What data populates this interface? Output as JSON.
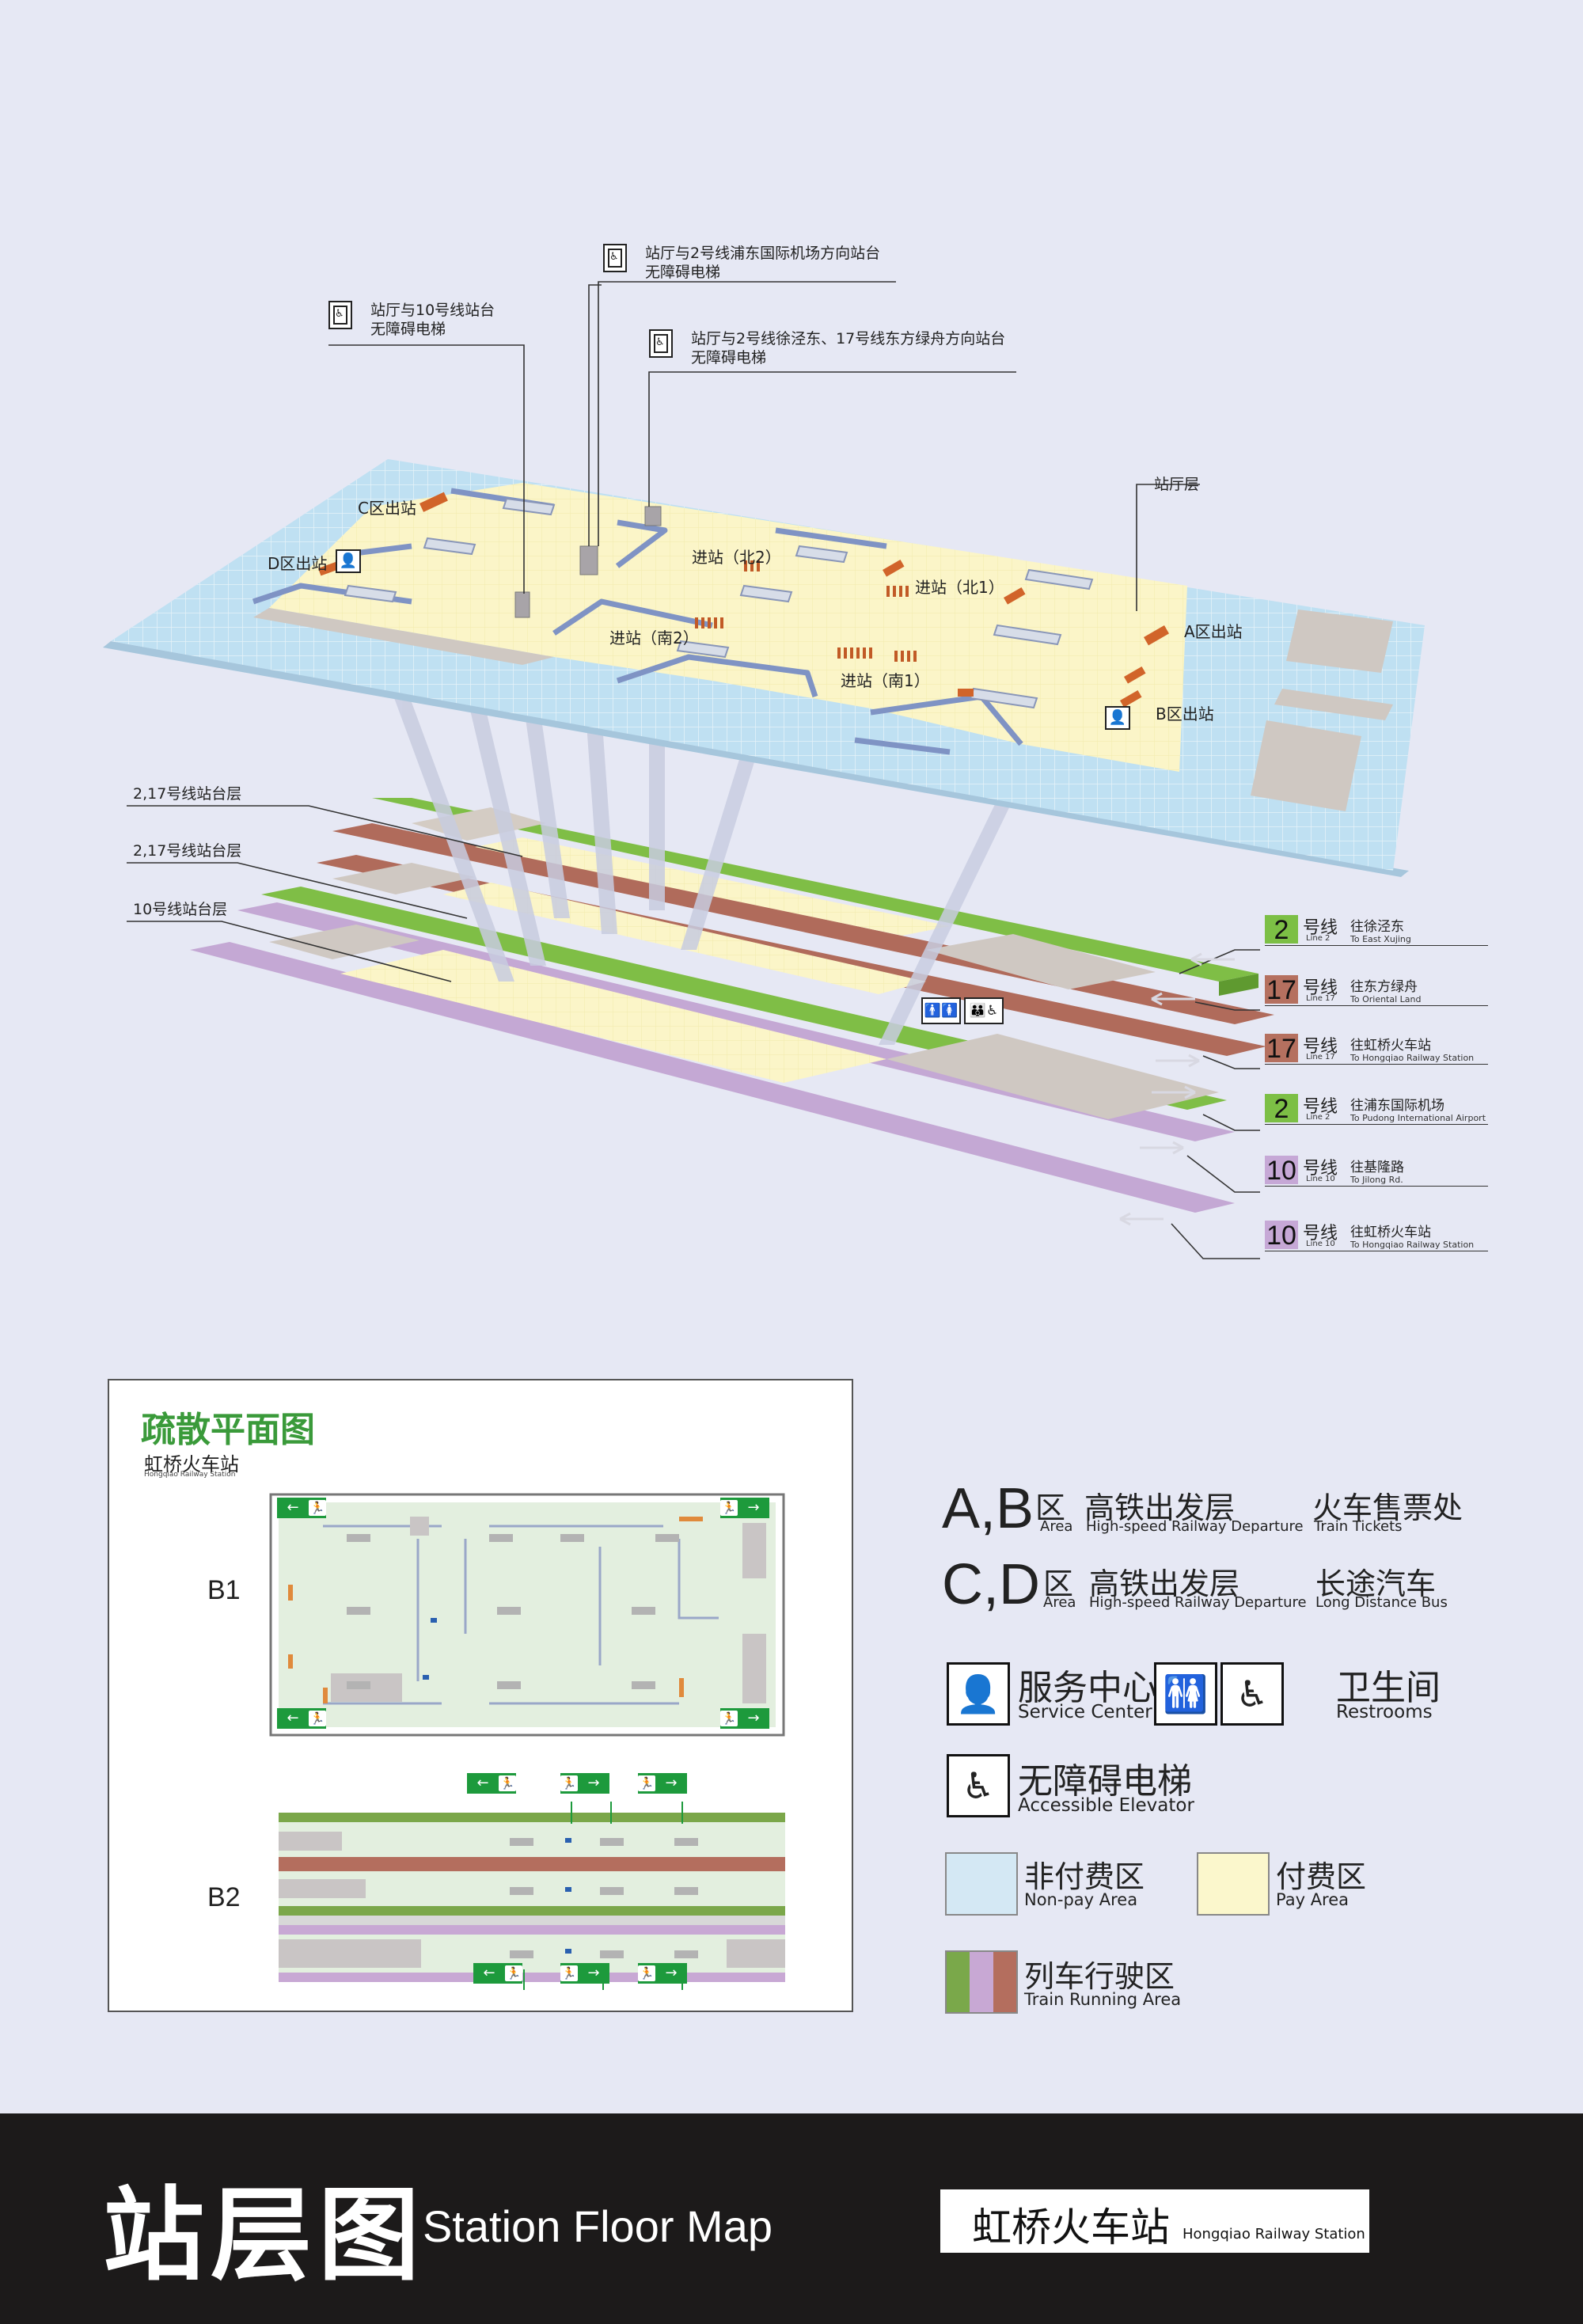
{
  "callouts": {
    "elev_line10": {
      "l1": "站厅与10号线站台",
      "l2": "无障碍电梯"
    },
    "elev_line2_pudong": {
      "l1": "站厅与2号线浦东国际机场方向站台",
      "l2": "无障碍电梯"
    },
    "elev_line2_17": {
      "l1": "站厅与2号线徐泾东、17号线东方绿舟方向站台",
      "l2": "无障碍电梯"
    },
    "concourse": "站厅层"
  },
  "concourse_labels": {
    "exit_c": "C区出站",
    "exit_d": "D区出站",
    "exit_a": "A区出站",
    "exit_b": "B区出站",
    "entry_n2": "进站（北2）",
    "entry_n1": "进站（北1）",
    "entry_s2": "进站（南2）",
    "entry_s1": "进站（南1）"
  },
  "platform_layers": [
    "2,17号线站台层",
    "2,17号线站台层",
    "10号线站台层"
  ],
  "lines": [
    {
      "num": "2",
      "color": "#7cbf45",
      "hao": "号线",
      "sub": "Line 2",
      "dest": "往徐泾东",
      "dest_en": "To East Xujing"
    },
    {
      "num": "17",
      "color": "#b5705f",
      "hao": "号线",
      "sub": "Line 17",
      "dest": "往东方绿舟",
      "dest_en": "To Oriental Land"
    },
    {
      "num": "17",
      "color": "#b5705f",
      "hao": "号线",
      "sub": "Line 17",
      "dest": "往虹桥火车站",
      "dest_en": "To Hongqiao Railway Station"
    },
    {
      "num": "2",
      "color": "#7cbf45",
      "hao": "号线",
      "sub": "Line 2",
      "dest": "往浦东国际机场",
      "dest_en": "To Pudong International Airport"
    },
    {
      "num": "10",
      "color": "#c6a8d6",
      "hao": "号线",
      "sub": "Line 10",
      "dest": "往基隆路",
      "dest_en": "To Jilong Rd."
    },
    {
      "num": "10",
      "color": "#c6a8d6",
      "hao": "号线",
      "sub": "Line 10",
      "dest": "往虹桥火车站",
      "dest_en": "To Hongqiao Railway Station"
    }
  ],
  "evacuation": {
    "title": "疏散平面图",
    "station": "虹桥火车站",
    "station_en": "Hongqiao Railway Station",
    "floor_b1": "B1",
    "floor_b2": "B2"
  },
  "legend": {
    "ab": {
      "letters": "A,B",
      "qu": "区",
      "area_en": "Area",
      "dest_cn": "高铁出发层",
      "dest_en": "High-speed Railway Departure",
      "extra_cn": "火车售票处",
      "extra_en": "Train Tickets"
    },
    "cd": {
      "letters": "C,D",
      "qu": "区",
      "area_en": "Area",
      "dest_cn": "高铁出发层",
      "dest_en": "High-speed Railway Departure",
      "extra_cn": "长途汽车",
      "extra_en": "Long Distance Bus"
    },
    "service": {
      "cn": "服务中心",
      "en": "Service Center"
    },
    "restroom": {
      "cn": "卫生间",
      "en": "Restrooms"
    },
    "elevator": {
      "cn": "无障碍电梯",
      "en": "Accessible Elevator"
    },
    "nonpay": {
      "cn": "非付费区",
      "en": "Non-pay Area",
      "color": "#d4e8f4"
    },
    "pay": {
      "cn": "付费区",
      "en": "Pay Area",
      "color": "#fbf7cc"
    },
    "train": {
      "cn": "列车行驶区",
      "en": "Train Running Area",
      "colors": [
        "#7aa84a",
        "#c8a8d4",
        "#b46e5e"
      ]
    }
  },
  "footer": {
    "title_cn": "站层图",
    "title_en": "Station Floor Map",
    "station_cn": "虹桥火车站",
    "station_en": "Hongqiao Railway Station"
  }
}
